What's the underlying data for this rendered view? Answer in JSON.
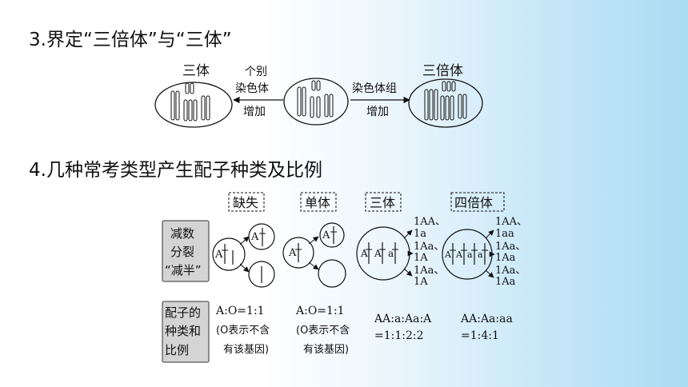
{
  "section3": {
    "heading": "3.界定“三倍体”与“三体”",
    "label_trisomy": "三体",
    "label_triploid": "三倍体",
    "arrow_left_line1": "个别",
    "arrow_left_line2": "染色体",
    "arrow_left_line3": "增加",
    "arrow_right_line1": "染色体组",
    "arrow_right_line2": "增加"
  },
  "section4": {
    "heading": "4.几种常考类型产生配子种类及比例",
    "row1_label": [
      "减数",
      "分裂",
      "“减半”"
    ],
    "row2_label": [
      "配子的",
      "种类和",
      "比例"
    ],
    "types": [
      "缺失",
      "单体",
      "三体",
      "四倍体"
    ],
    "allele_A": "A",
    "allele_a": "a",
    "deletion_ratio": [
      "A:O=1:1",
      "(O表示不含",
      "有该基因)"
    ],
    "monosomy_ratio": [
      "A:O=1:1",
      "(O表示不含",
      "有该基因)"
    ],
    "trisomy_gametes": [
      "1AA、",
      "1a",
      "1Aa、",
      "1A",
      "1Aa、",
      "1A"
    ],
    "trisomy_ratio": [
      "AA:a:Aa:A",
      "=1:1:2:2"
    ],
    "tetraploid_gametes": [
      "1AA、",
      "1aa",
      "1Aa、",
      "1Aa",
      "1Aa、",
      "1Aa"
    ],
    "tetraploid_ratio": [
      "AA:Aa:aa",
      "=1:4:1"
    ]
  }
}
